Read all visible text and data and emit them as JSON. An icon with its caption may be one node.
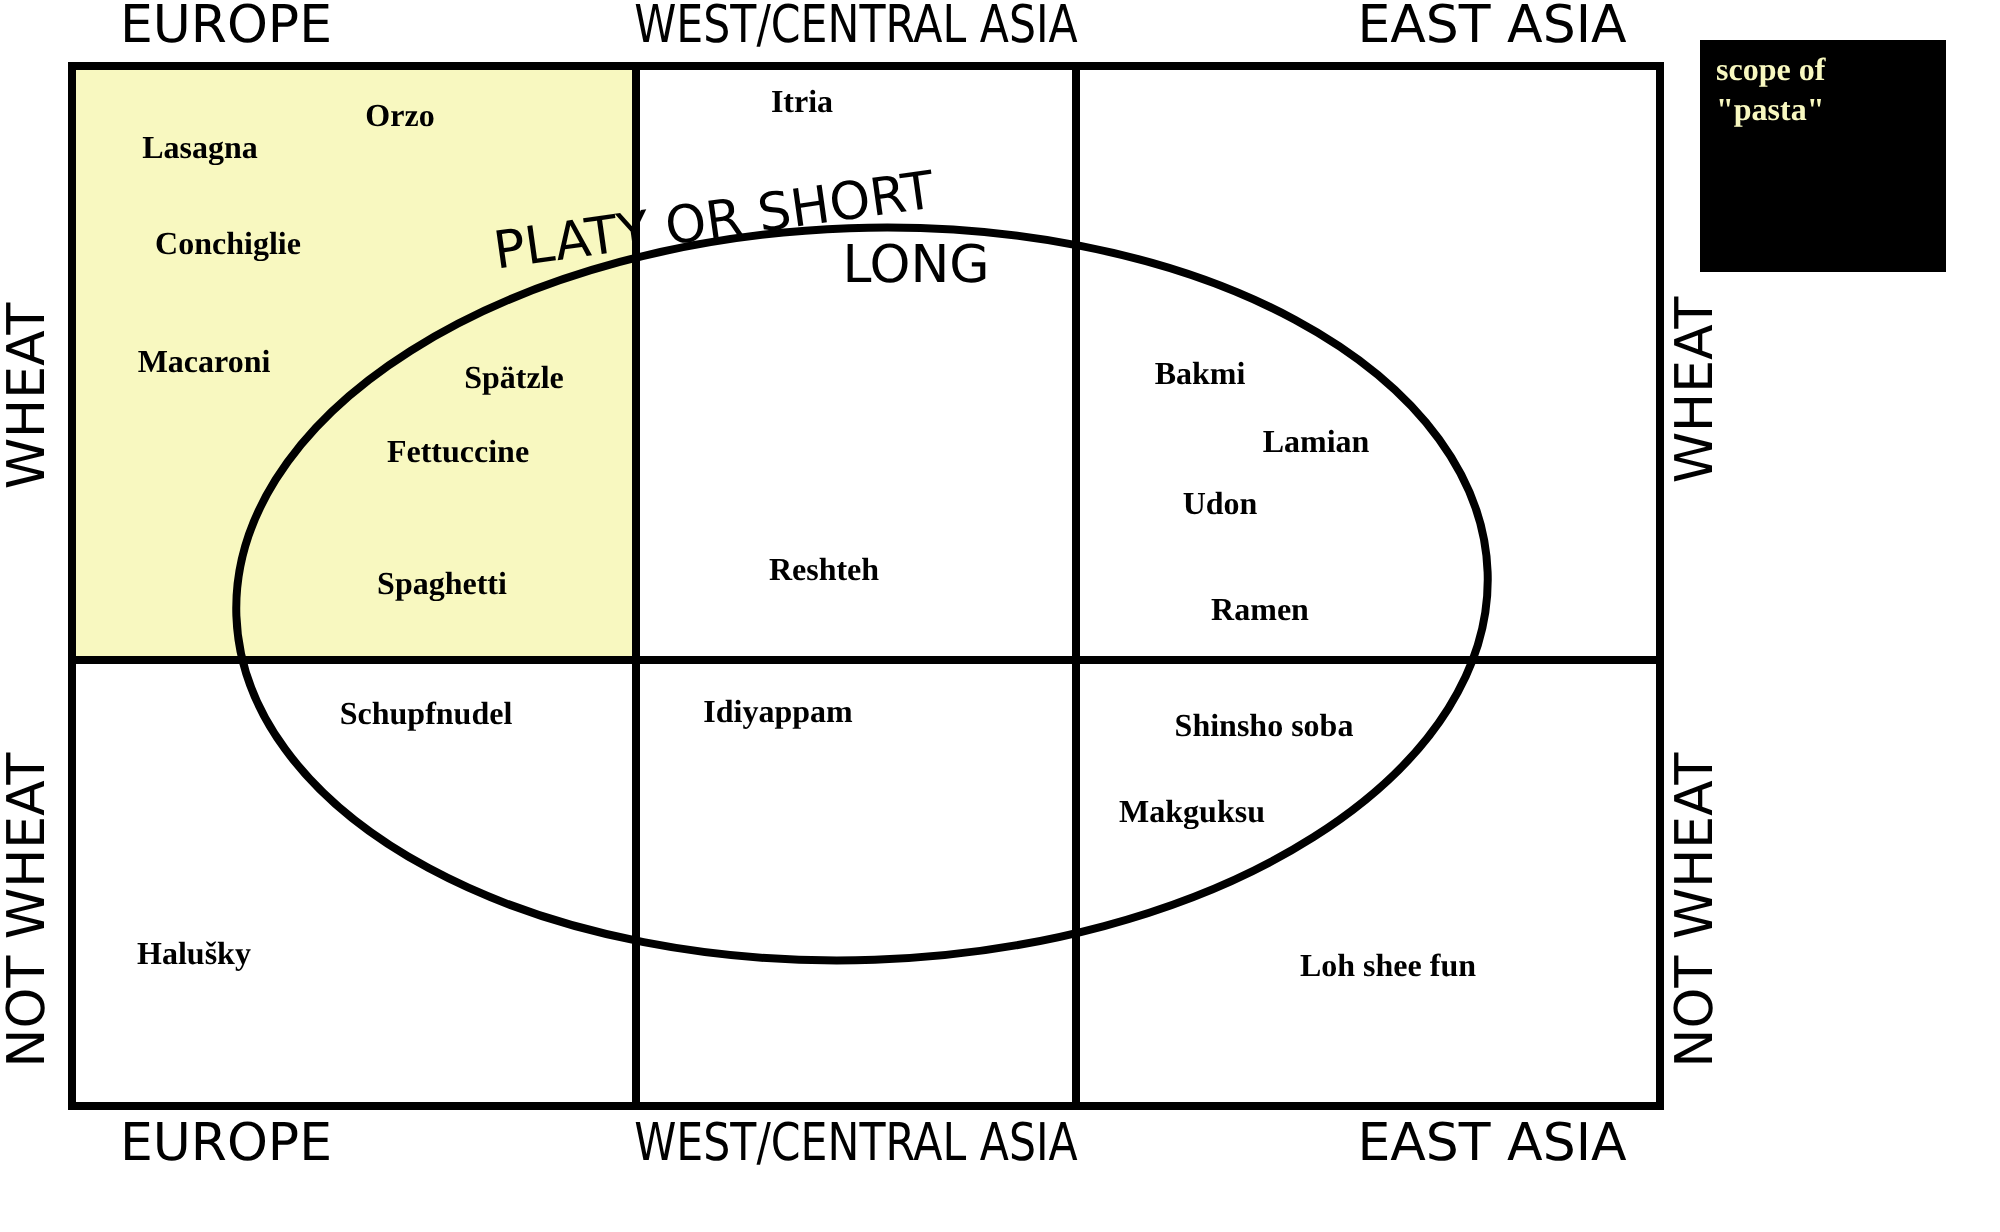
{
  "diagram": {
    "nodes": [
      {
        "text": [
          "Orzo",
          "Lasagna",
          "Conchiglie",
          "Macaroni",
          "Spätzle",
          "Fettuccine",
          "Spaghetti"
        ]
      },
      {
        "text": [
          "Itria",
          "Reshteh"
        ]
      },
      {
        "text": [
          "Bakmi",
          "Lamian",
          "Udon",
          "Ramen"
        ]
      },
      {
        "text": [
          "Schupfnudel",
          "Halušky"
        ]
      },
      {
        "text": [
          "Idiyappam"
        ]
      },
      {
        "text": [
          "Shinsho soba",
          "Makguksu",
          "Loh shee fun"
        ]
      }
    ],
    "edges": [],
    "labels": [
      "EUROPE",
      "WEST/CENTRAL ASIA",
      "EAST ASIA",
      "PLATY OR SHORT",
      "LONG",
      "WHEAT",
      "WHEAT",
      "NOT WHEAT",
      "NOT WHEAT",
      "EUROPE",
      "WEST/CENTRAL ASIA",
      "EAST ASIA"
    ],
    "legend": [
      {
        "text": "scope of \"pasta\"",
        "color": "#f8f8c0"
      }
    ]
  }
}
